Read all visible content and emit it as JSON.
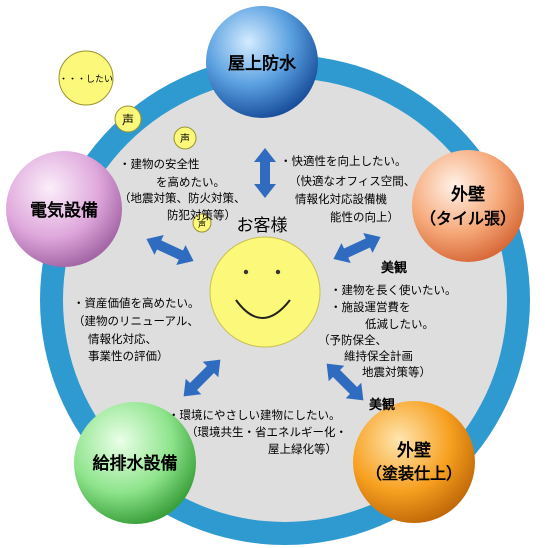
{
  "center": {
    "label": "お客様"
  },
  "nodes": {
    "roof": {
      "label": "屋上防水"
    },
    "wall_tile": {
      "line1": "外壁",
      "line2": "（タイル張）"
    },
    "wall_paint": {
      "line1": "外壁",
      "line2": "（塗装仕上）"
    },
    "plumbing": {
      "label": "給排水設備"
    },
    "electric": {
      "label": "電気設備"
    }
  },
  "needs": {
    "comfort": [
      "・快適性を向上したい。",
      "（快適なオフィス空間、",
      "情報化対応設備機",
      "能性の向上）"
    ],
    "safety": [
      "・建物の安全性",
      "を高めたい。",
      "（地震対策、防火対策、",
      "防犯対策等）"
    ],
    "durability": [
      "・建物を長く使いたい。",
      "・施設運営費を",
      "低減したい。",
      "（予防保全、",
      "維持保全計画",
      "地震対策等）"
    ],
    "asset": [
      "・資産価値を高めたい。",
      "（建物のリニューアル、",
      "情報化対応、",
      "事業性の評価）"
    ],
    "environment": [
      "・環境にやさしい建物にしたい。",
      "（環境共生・省エネルギー化・",
      "屋上緑化等）"
    ]
  },
  "labels": {
    "beauty_1": "美観",
    "beauty_2": "美観"
  },
  "voices": {
    "bubble_main": "・・・したい",
    "voice_1": "声",
    "voice_2": "声",
    "voice_3": "声"
  },
  "colors": {
    "ring": "#2e9ad0",
    "disc": "#dedede",
    "center": "#fbf87a",
    "roof": "#5aa0e0",
    "wall_tile": "#f6a878",
    "wall_paint": "#f7a020",
    "plumbing": "#8ee48c",
    "electric": "#dfa8dc",
    "arrow": "#2f6cc0"
  }
}
